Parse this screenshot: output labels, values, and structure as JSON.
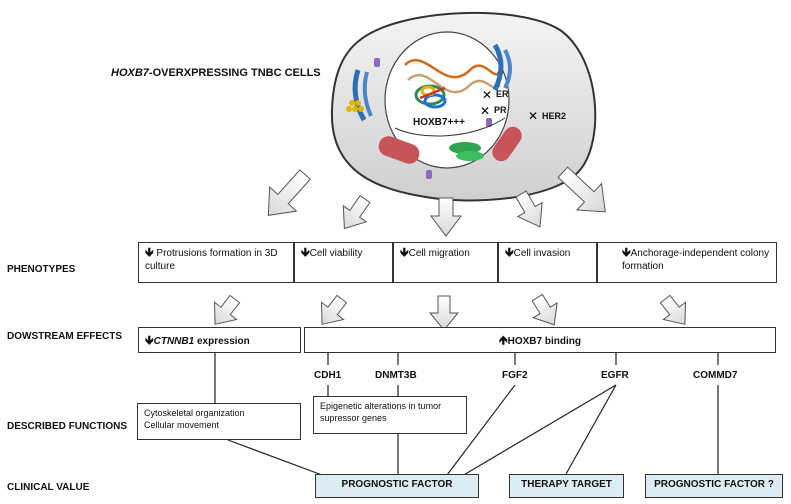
{
  "title": {
    "gene": "HOXB7",
    "rest": "-OVERXPRESSING TNBC CELLS"
  },
  "cell": {
    "nucleus_label": "HOXB7+++",
    "receptors": [
      "ER",
      "PR",
      "HER2"
    ]
  },
  "rows": {
    "phenotypes": "PHENOTYPES",
    "downstream": "DOWSTREAM EFFECTS",
    "functions": "DESCRIBED FUNCTIONS",
    "clinical": "CLINICAL VALUE"
  },
  "phenotypes": [
    "Protrusions formation in 3D culture",
    "Cell viability",
    "Cell migration",
    "Cell invasion",
    "Anchorage-independent colony formation"
  ],
  "downstream": {
    "ctnnb1": {
      "gene": "CTNNB1",
      "rest": " expression"
    },
    "binding": "HOXB7 binding"
  },
  "genes": [
    "CDH1",
    "DNMT3B",
    "FGF2",
    "EGFR",
    "COMMD7"
  ],
  "functions": {
    "cytoskeletal": [
      "Cytoskeletal organization",
      "Cellular movement"
    ],
    "epigenetic": [
      "Epigenetic alterations in tumor",
      "supressor genes"
    ]
  },
  "clinical": [
    "PROGNOSTIC FACTOR",
    "THERAPY TARGET",
    "PROGNOSTIC FACTOR ?"
  ],
  "symbols": {
    "down": "🡻",
    "up": "🡹",
    "block": "✕"
  }
}
